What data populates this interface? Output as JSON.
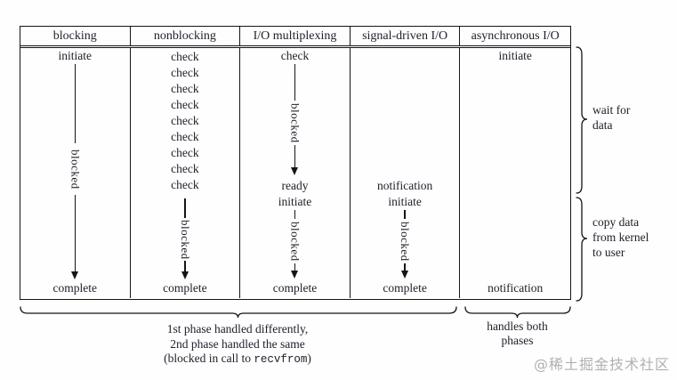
{
  "columns": [
    {
      "header": "blocking",
      "top": "initiate",
      "bottom": "complete"
    },
    {
      "header": "nonblocking",
      "checks": [
        "check",
        "check",
        "check",
        "check",
        "check",
        "check",
        "check",
        "check",
        "check"
      ],
      "bottom": "complete"
    },
    {
      "header": "I/O multiplexing",
      "top": "check",
      "mid1": "ready",
      "mid2": "initiate",
      "bottom": "complete"
    },
    {
      "header": "signal-driven I/O",
      "mid1": "notification",
      "mid2": "initiate",
      "bottom": "complete"
    },
    {
      "header": "asynchronous I/O",
      "top": "initiate",
      "bottom": "notification"
    }
  ],
  "labels": {
    "blocked": "blocked"
  },
  "right_annotations": {
    "phase1": [
      "wait for",
      "data"
    ],
    "phase2": [
      "copy data",
      "from kernel",
      "to user"
    ]
  },
  "bottom_annotations": {
    "group1": {
      "line1": "1st phase handled differently,",
      "line2": "2nd phase handled the same",
      "line3_prefix": "(blocked in call to ",
      "line3_code": "recvfrom",
      "line3_suffix": ")"
    },
    "group2": {
      "line1": "handles both",
      "line2": "phases"
    }
  },
  "watermark": "@稀土掘金技术社区",
  "colors": {
    "ink": "#20202b",
    "line": "#151515",
    "watermark": "#b0b0b2"
  }
}
